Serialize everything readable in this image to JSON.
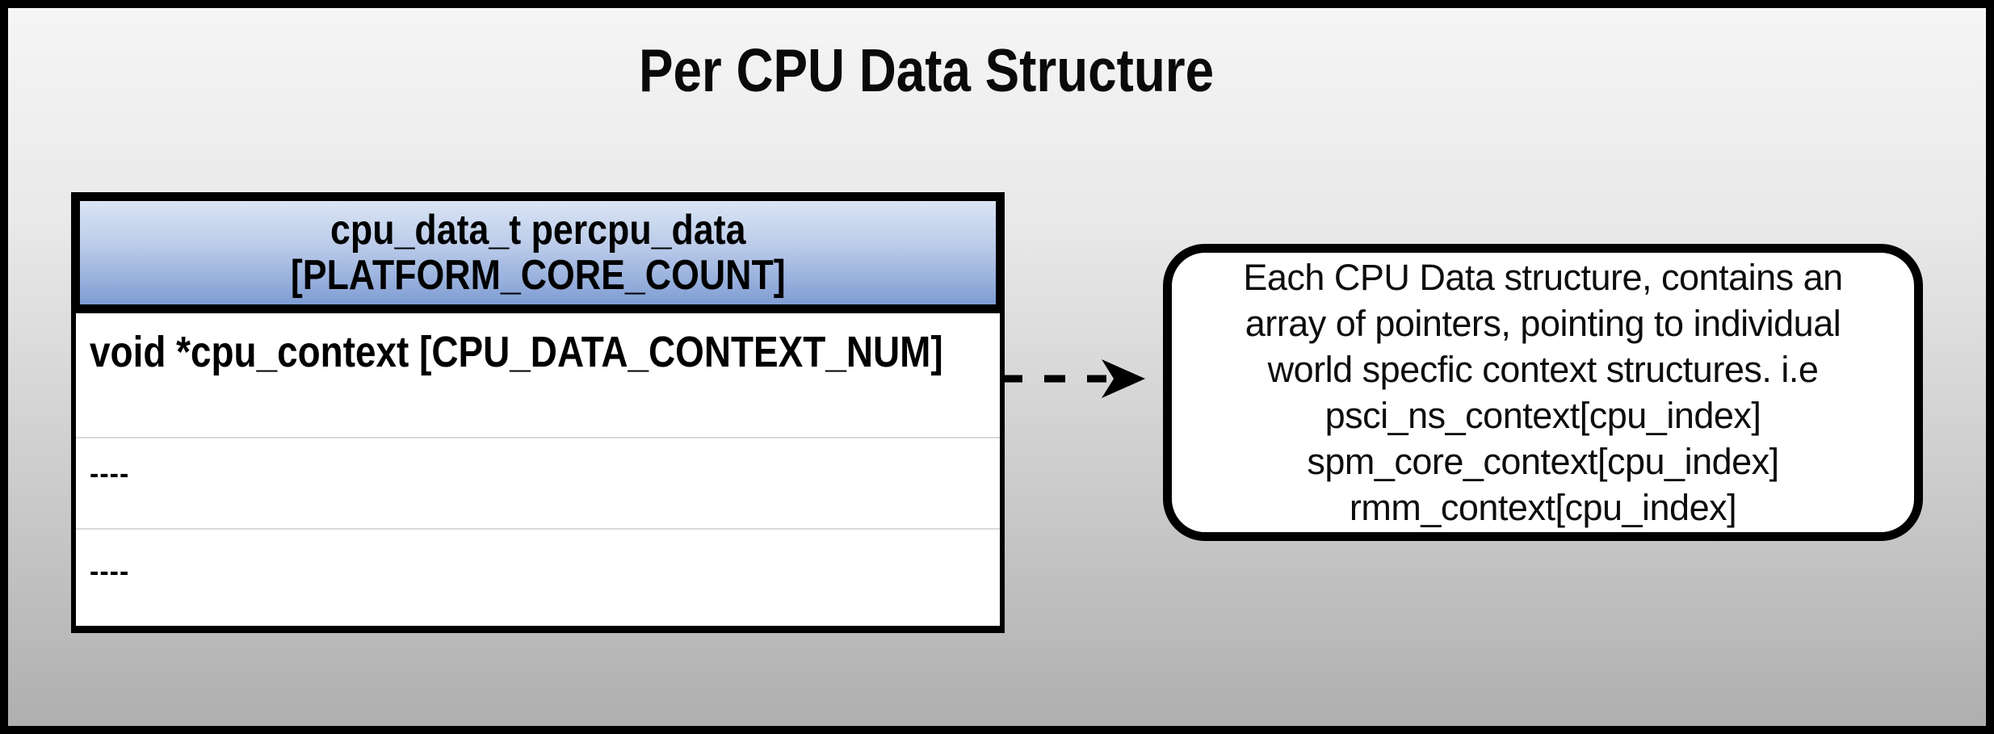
{
  "title": "Per CPU Data Structure",
  "table": {
    "header": {
      "line1": "cpu_data_t percpu_data",
      "line2": "[PLATFORM_CORE_COUNT]"
    },
    "rows": [
      {
        "text": "void *cpu_context [CPU_DATA_CONTEXT_NUM]"
      },
      {
        "text": "----"
      },
      {
        "text": "----"
      }
    ]
  },
  "connector": {
    "type": "dashed-arrow",
    "direction": "right",
    "from": "cpu_context row",
    "to": "callout"
  },
  "callout": {
    "lines": [
      "Each CPU Data structure, contains an",
      "array of pointers, pointing to individual",
      "world specfic context structures. i.e",
      "psci_ns_context[cpu_index]",
      "spm_core_context[cpu_index]",
      "rmm_context[cpu_index]"
    ]
  },
  "colors": {
    "page_gradient_top": "#f6f6f6",
    "page_gradient_bottom": "#aeaeae",
    "frame_border": "#000000",
    "header_gradient_top": "#dae4f4",
    "header_gradient_bottom": "#7f9dd3",
    "row_separator": "#dadada",
    "callout_background": "#ffffff",
    "text": "#000000"
  }
}
